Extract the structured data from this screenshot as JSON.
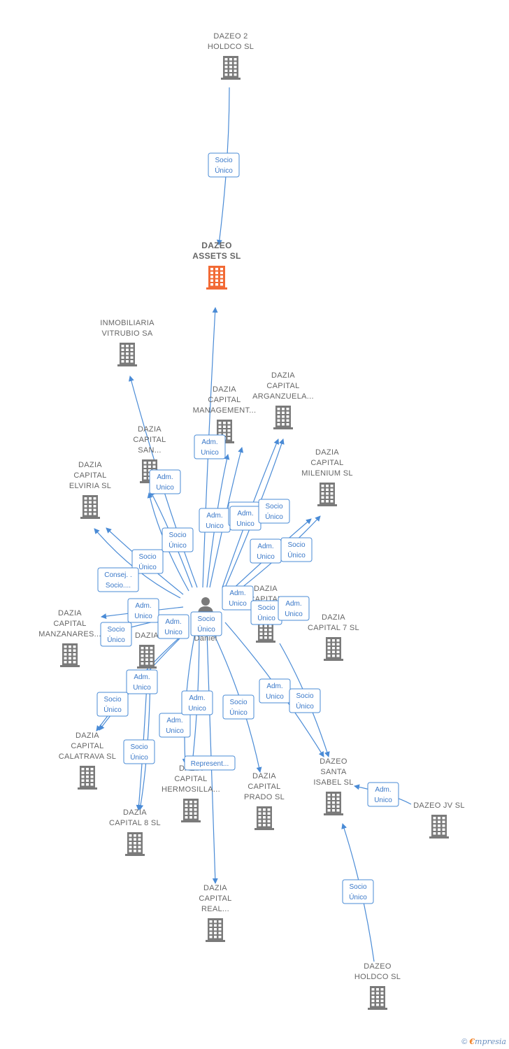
{
  "colors": {
    "edge": "#4a8bd6",
    "building": "#7a7a7a",
    "main_building": "#f26a35",
    "person": "#7a7a7a"
  },
  "nodes": [
    {
      "id": "holdco2",
      "name": "company-dazeo-2-holdco",
      "lines": [
        "DAZEO 2",
        "HOLDCO  SL"
      ],
      "icon": "building-icon"
    },
    {
      "id": "assets",
      "name": "company-dazeo-assets",
      "lines": [
        "DAZEO",
        "ASSETS  SL"
      ],
      "icon": "building-icon",
      "main": true
    },
    {
      "id": "vitrubio",
      "name": "company-inmobiliaria-vitrubio",
      "lines": [
        "INMOBILIARIA",
        "VITRUBIO SA"
      ],
      "icon": "building-icon"
    },
    {
      "id": "management",
      "name": "company-dazia-capital-management",
      "lines": [
        "DAZIA",
        "CAPITAL",
        "MANAGEMENT..."
      ],
      "icon": "building-icon"
    },
    {
      "id": "arganzuela",
      "name": "company-dazia-capital-arganzuela",
      "lines": [
        "DAZIA",
        "CAPITAL",
        "ARGANZUELA..."
      ],
      "icon": "building-icon"
    },
    {
      "id": "san",
      "name": "company-dazia-capital-san",
      "lines": [
        "DAZIA",
        "CAPITAL",
        "SAN..."
      ],
      "icon": "building-icon"
    },
    {
      "id": "milenium",
      "name": "company-dazia-capital-milenium",
      "lines": [
        "DAZIA",
        "CAPITAL",
        "MILENIUM  SL"
      ],
      "icon": "building-icon"
    },
    {
      "id": "elviria",
      "name": "company-dazia-capital-elviria",
      "lines": [
        "DAZIA",
        "CAPITAL",
        "ELVIRIA  SL"
      ],
      "icon": "building-icon"
    },
    {
      "id": "person",
      "name": "person-daniel",
      "lines": [
        "Daniel"
      ],
      "icon": "person-icon"
    },
    {
      "id": "realmid",
      "name": "company-dazia-capital-real-mid",
      "lines": [
        "DAZIA",
        "CAPITAL",
        "REAL..."
      ],
      "icon": "building-icon"
    },
    {
      "id": "cap7",
      "name": "company-dazia-capital-7",
      "lines": [
        "DAZIA",
        "CAPITAL 7  SL"
      ],
      "icon": "building-icon"
    },
    {
      "id": "manzanares",
      "name": "company-dazia-capital-manzanares",
      "lines": [
        "DAZIA",
        "CAPITAL",
        "MANZANARES..."
      ],
      "icon": "building-icon"
    },
    {
      "id": "hidden",
      "name": "company-dazia-partial",
      "lines": [
        "DAZIA"
      ],
      "icon": "building-icon"
    },
    {
      "id": "calatrava",
      "name": "company-dazia-capital-calatrava",
      "lines": [
        "DAZIA",
        "CAPITAL",
        "CALATRAVA  SL"
      ],
      "icon": "building-icon"
    },
    {
      "id": "hermosilla",
      "name": "company-dazia-capital-hermosilla",
      "lines": [
        "DAZIA",
        "CAPITAL",
        "HERMOSILLA..."
      ],
      "icon": "building-icon"
    },
    {
      "id": "prado",
      "name": "company-dazia-capital-prado",
      "lines": [
        "DAZIA",
        "CAPITAL",
        "PRADO  SL"
      ],
      "icon": "building-icon"
    },
    {
      "id": "santaisabel",
      "name": "company-dazeo-santa-isabel",
      "lines": [
        "DAZEO",
        "SANTA",
        "ISABEL  SL"
      ],
      "icon": "building-icon"
    },
    {
      "id": "jv",
      "name": "company-dazeo-jv",
      "lines": [
        "DAZEO JV  SL"
      ],
      "icon": "building-icon"
    },
    {
      "id": "cap8",
      "name": "company-dazia-capital-8",
      "lines": [
        "DAZIA",
        "CAPITAL 8  SL"
      ],
      "icon": "building-icon"
    },
    {
      "id": "realbottom",
      "name": "company-dazia-capital-real-bottom",
      "lines": [
        "DAZIA",
        "CAPITAL",
        "REAL..."
      ],
      "icon": "building-icon"
    },
    {
      "id": "holdco",
      "name": "company-dazeo-holdco",
      "lines": [
        "DAZEO",
        "HOLDCO  SL"
      ],
      "icon": "building-icon"
    }
  ],
  "relations": [
    {
      "lines": [
        "Socio",
        "Único"
      ]
    },
    {
      "lines": [
        "Adm.",
        "Unico"
      ]
    },
    {
      "lines": [
        "Adm.",
        "Unico"
      ]
    },
    {
      "lines": [
        "Adm.",
        "Unico"
      ]
    },
    {
      "lines": [
        "Adm.",
        "Unico"
      ]
    },
    {
      "lines": [
        "Socio",
        "Único"
      ]
    },
    {
      "lines": [
        "Adm.",
        "Unico"
      ]
    },
    {
      "lines": [
        "Socio",
        "Único"
      ]
    },
    {
      "lines": [
        "Adm.",
        "Unico"
      ]
    },
    {
      "lines": [
        "Socio",
        "Único"
      ]
    },
    {
      "lines": [
        "Socio",
        "Único"
      ]
    },
    {
      "lines": [
        "Consej. .",
        "Socio...."
      ]
    },
    {
      "lines": [
        "Adm.",
        "Unico"
      ]
    },
    {
      "lines": [
        "Adm.",
        "Unico"
      ]
    },
    {
      "lines": [
        "Socio",
        "Único"
      ]
    },
    {
      "lines": [
        "Adm.",
        "Unico"
      ]
    },
    {
      "lines": [
        "Socio",
        "Único"
      ]
    },
    {
      "lines": [
        "Adm.",
        "Unico"
      ]
    },
    {
      "lines": [
        "Socio",
        "Único"
      ]
    },
    {
      "lines": [
        "Adm.",
        "Unico"
      ]
    },
    {
      "lines": [
        "Socio",
        "Único"
      ]
    },
    {
      "lines": [
        "Adm.",
        "Unico"
      ]
    },
    {
      "lines": [
        "Socio",
        "Único"
      ]
    },
    {
      "lines": [
        "Adm.",
        "Unico"
      ]
    },
    {
      "lines": [
        "Represent..."
      ]
    },
    {
      "lines": [
        "Socio",
        "Único"
      ]
    },
    {
      "lines": [
        "Adm.",
        "Unico"
      ]
    },
    {
      "lines": [
        "Socio",
        "Único"
      ]
    },
    {
      "lines": [
        "Adm.",
        "Unico"
      ]
    },
    {
      "lines": [
        "Socio",
        "Único"
      ]
    }
  ],
  "brand": {
    "copyright": "©",
    "e": "€",
    "rest": "mpresia"
  }
}
